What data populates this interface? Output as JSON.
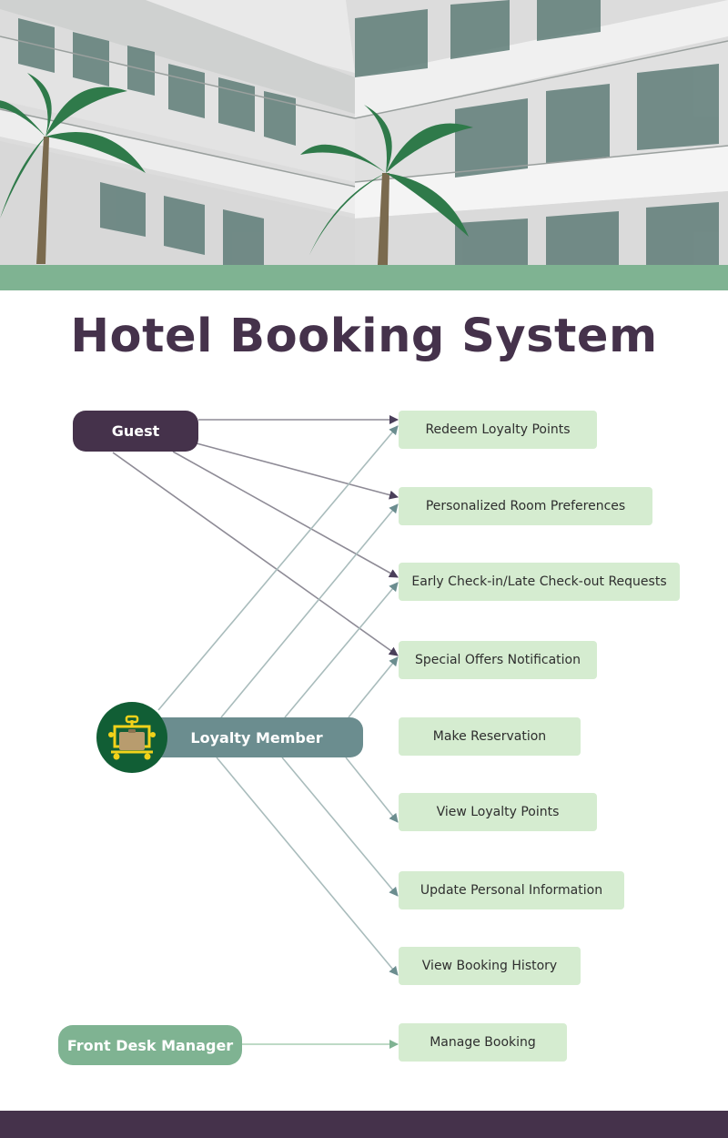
{
  "title": "Hotel Booking System",
  "actors": {
    "guest": "Guest",
    "loyalty_member": "Loyalty Member",
    "front_desk_manager": "Front Desk Manager"
  },
  "use_cases": [
    "Redeem Loyalty Points",
    "Personalized Room Preferences",
    "Early Check-in/Late Check-out Requests",
    "Special Offers Notification",
    "Make Reservation",
    "View Loyalty Points",
    "Update Personal Information",
    "View Booking History",
    "Manage Booking"
  ],
  "associations": [
    {
      "from": "Guest",
      "to": "Redeem Loyalty Points"
    },
    {
      "from": "Guest",
      "to": "Personalized Room Preferences"
    },
    {
      "from": "Guest",
      "to": "Early Check-in/Late Check-out Requests"
    },
    {
      "from": "Guest",
      "to": "Special Offers Notification"
    },
    {
      "from": "Loyalty Member",
      "to": "Redeem Loyalty Points"
    },
    {
      "from": "Loyalty Member",
      "to": "Personalized Room Preferences"
    },
    {
      "from": "Loyalty Member",
      "to": "Early Check-in/Late Check-out Requests"
    },
    {
      "from": "Loyalty Member",
      "to": "Special Offers Notification"
    },
    {
      "from": "Loyalty Member",
      "to": "View Loyalty Points"
    },
    {
      "from": "Loyalty Member",
      "to": "Update Personal Information"
    },
    {
      "from": "Loyalty Member",
      "to": "View Booking History"
    },
    {
      "from": "Front Desk Manager",
      "to": "Manage Booking"
    }
  ],
  "icons": {
    "hero": "hotel-building-photo",
    "loyalty": "luggage-cart-icon"
  },
  "colors": {
    "title": "#45324b",
    "guest": "#45324b",
    "loyalty_member": "#6b8d8f",
    "front_desk_manager": "#7fb392",
    "use_case_fill": "#d5ecd0",
    "accent_band": "#7fb392",
    "footer": "#45324b"
  }
}
